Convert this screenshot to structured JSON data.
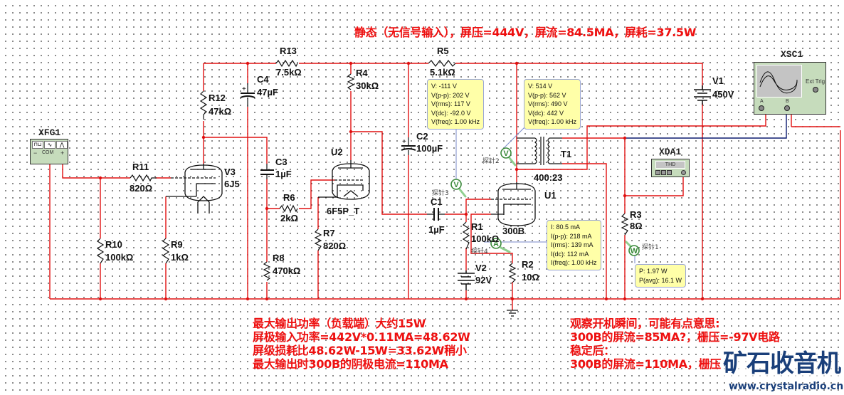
{
  "notes": {
    "static": "静态（无信号输入），屏压=444V，屏流=84.5MA，屏耗=37.5W",
    "left_block": [
      "最大输出功率（负载端）大约15W",
      "屏极输入功率=442V*0.11MA=48.62W",
      "屏级损耗比48.62W-15W=33.62W稍小",
      "最大输出时300B的阴极电流=110MA"
    ],
    "right_block": [
      "观察开机瞬间，可能有点意思:",
      "300B的屏流=85MA?，栅压=-97V电路",
      "稳定后：",
      "300B的屏流=110MA，栅压"
    ]
  },
  "components": {
    "r13": {
      "ref": "R13",
      "value": "7.5kΩ"
    },
    "r5": {
      "ref": "R5",
      "value": "5.1kΩ"
    },
    "r4": {
      "ref": "R4",
      "value": "30kΩ"
    },
    "r12": {
      "ref": "R12",
      "value": "47kΩ"
    },
    "c4": {
      "ref": "C4",
      "value": "47µF"
    },
    "c2": {
      "ref": "C2",
      "value": "100µF"
    },
    "c3": {
      "ref": "C3",
      "value": "1µF"
    },
    "c1": {
      "ref": "C1",
      "value": "1µF"
    },
    "r11": {
      "ref": "R11",
      "value": "820Ω"
    },
    "r6": {
      "ref": "R6",
      "value": "2kΩ"
    },
    "r7": {
      "ref": "R7",
      "value": "820Ω"
    },
    "r8": {
      "ref": "R8",
      "value": "470kΩ"
    },
    "r10": {
      "ref": "R10",
      "value": "100kΩ"
    },
    "r9": {
      "ref": "R9",
      "value": "1kΩ"
    },
    "r1": {
      "ref": "R1",
      "value": "100kΩ"
    },
    "r2": {
      "ref": "R2",
      "value": "10Ω"
    },
    "r3": {
      "ref": "R3",
      "value": "8Ω"
    },
    "v1": {
      "ref": "V1",
      "value": "450V"
    },
    "v2": {
      "ref": "V2",
      "value": "92V"
    },
    "v3": {
      "ref": "V3",
      "value": "6J5"
    },
    "u2": {
      "ref": "U2",
      "value": "6F5P_T"
    },
    "u1": {
      "ref": "U1",
      "value": "300B"
    },
    "t1": {
      "ref": "T1",
      "value": "400:23"
    }
  },
  "instruments": {
    "xfg1": {
      "ref": "XFG1",
      "terminals": [
        "−",
        "COM",
        "+"
      ]
    },
    "xsc1": {
      "ref": "XSC1",
      "ext_trig": "Ext Trig",
      "channel_a": "A",
      "channel_b": "B"
    },
    "xda1": {
      "ref": "XDA1",
      "display": "THD"
    }
  },
  "probes": {
    "probe1": {
      "name": "探针1",
      "type": "W",
      "readings": [
        "P: 1.97 W",
        "P(avg): 16.1 W"
      ]
    },
    "probe2": {
      "name": "探针2",
      "type": "V",
      "readings": [
        "V: 514 V",
        "V(p-p): 562 V",
        "V(rms): 490 V",
        "V(dc): 442 V",
        "V(freq): 1.00 kHz"
      ]
    },
    "probe3": {
      "name": "探针3",
      "type": "V",
      "readings": [
        "V: -111 V",
        "V(p-p): 202 V",
        "V(rms): 117 V",
        "V(dc): -92.0 V",
        "V(freq): 1.00 kHz"
      ]
    },
    "probe4": {
      "name": "探针4",
      "type": "A",
      "readings": [
        "I: 80.5 mA",
        "I(p-p): 218 mA",
        "I(rms): 139 mA",
        "I(dc): 112 mA",
        "I(freq): 1.00 kHz"
      ]
    }
  },
  "watermark": {
    "title": "矿石收音机",
    "url": "www.crystalradio.cn"
  },
  "colors": {
    "wire": "#e01010",
    "wire_blue": "#0a1a6e",
    "note": "#ee1010",
    "readout_bg": "#ffffa8",
    "instrument_bg": "#c6dcbc",
    "probe_green": "#3a8a3a"
  }
}
